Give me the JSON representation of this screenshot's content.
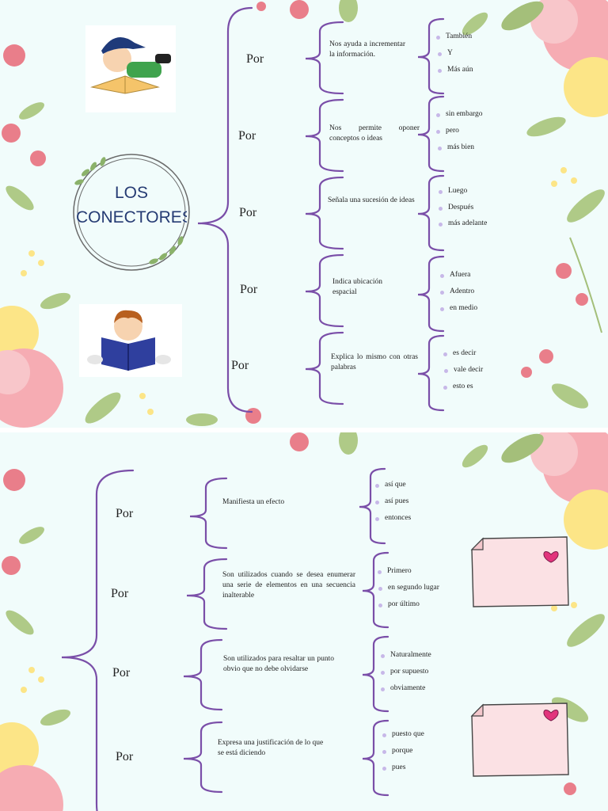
{
  "slide1": {
    "title": "LOS CONECTORES",
    "rows": [
      {
        "por": "Por",
        "desc": "Nos ayuda a incrementar la información.",
        "examples": [
          "También",
          "Y",
          "Más aún"
        ]
      },
      {
        "por": "Por",
        "desc": "Nos permite oponer conceptos o ideas",
        "examples": [
          "sin embargo",
          "pero",
          "más bien"
        ]
      },
      {
        "por": "Por",
        "desc": "Señala una sucesión de ideas",
        "examples": [
          "Luego",
          "Después",
          "más adelante"
        ]
      },
      {
        "por": "Por",
        "desc": "Indica ubicación espacial",
        "examples": [
          "Afuera",
          "Adentro",
          "en medio"
        ]
      },
      {
        "por": "Por",
        "desc": "Explica lo mismo con otras palabras",
        "examples": [
          "es decir",
          "vale decir",
          "esto es"
        ]
      }
    ]
  },
  "slide2": {
    "rows": [
      {
        "por": "Por",
        "desc": "Manifiesta un efecto",
        "examples": [
          "así que",
          "así pues",
          "entonces"
        ]
      },
      {
        "por": "Por",
        "desc": "Son utilizados cuando se desea enumerar una serie de elementos en una secuencia inalterable",
        "examples": [
          "Primero",
          "en segundo lugar",
          "por último"
        ]
      },
      {
        "por": "Por",
        "desc": "Son utilizados para resaltar un punto obvio que no debe olvidarse",
        "examples": [
          "Naturalmente",
          "por supuesto",
          "obviamente"
        ]
      },
      {
        "por": "Por",
        "desc": "Expresa una justificación de lo que se está diciendo",
        "examples": [
          "puesto que",
          "porque",
          "pues"
        ]
      }
    ]
  },
  "colors": {
    "brace": "#7a4ea8",
    "background": "#f1fcfb",
    "title": "#243b73",
    "bullet": "#c7b8e8"
  }
}
